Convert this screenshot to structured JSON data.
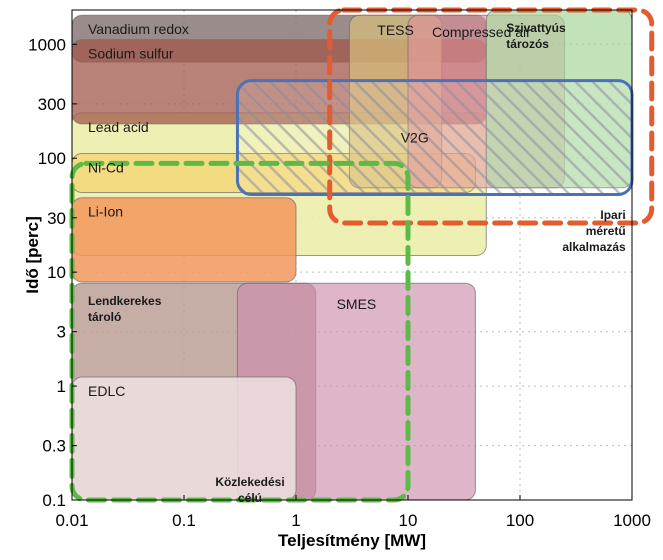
{
  "chart_data": {
    "type": "area",
    "xlabel": "Teljesítmény [MW]",
    "ylabel": "Idő [perc]",
    "x_scale": "log",
    "y_scale": "log",
    "xlim": [
      0.01,
      1000
    ],
    "ylim": [
      0.1,
      2000
    ],
    "x_ticks": [
      {
        "value": 0.01,
        "label": "0.01"
      },
      {
        "value": 0.1,
        "label": "0.1"
      },
      {
        "value": 1,
        "label": "1"
      },
      {
        "value": 10,
        "label": "10"
      },
      {
        "value": 100,
        "label": "100"
      },
      {
        "value": 1000,
        "label": "1000"
      }
    ],
    "y_ticks": [
      {
        "value": 0.1,
        "label": "0.1"
      },
      {
        "value": 0.3,
        "label": "0.3"
      },
      {
        "value": 1,
        "label": "1"
      },
      {
        "value": 3,
        "label": "3"
      },
      {
        "value": 10,
        "label": "10"
      },
      {
        "value": 30,
        "label": "30"
      },
      {
        "value": 100,
        "label": "100"
      },
      {
        "value": 300,
        "label": "300"
      },
      {
        "value": 1000,
        "label": "1000"
      }
    ],
    "grid": "dotted",
    "regions": [
      {
        "name": "Lead acid",
        "x": [
          0.01,
          50
        ],
        "y": [
          14,
          250
        ],
        "color": "#ecedaa",
        "opacity": 0.9,
        "label_bold": false
      },
      {
        "name": "Vanadium redox",
        "x": [
          0.01,
          50
        ],
        "y": [
          700,
          1800
        ],
        "color": "#8a7878",
        "opacity": 0.85,
        "label_bold": false
      },
      {
        "name": "Sodium sulfur",
        "x": [
          0.01,
          50
        ],
        "y": [
          200,
          1100
        ],
        "color": "#a0584b",
        "opacity": 0.75,
        "label_bold": false
      },
      {
        "name": "Ni-Cd",
        "x": [
          0.01,
          40
        ],
        "y": [
          50,
          110
        ],
        "color": "#f2d777",
        "opacity": 0.85,
        "label_bold": false
      },
      {
        "name": "Li-Ion",
        "x": [
          0.01,
          1
        ],
        "y": [
          8.2,
          45
        ],
        "color": "#f2965c",
        "opacity": 0.85,
        "label_bold": false
      },
      {
        "name": "Lendkerekes tároló",
        "x": [
          0.01,
          1.5
        ],
        "y": [
          0.1,
          8
        ],
        "color": "#b89890",
        "opacity": 0.8,
        "label_bold": true
      },
      {
        "name": "SMES",
        "x": [
          0.3,
          40
        ],
        "y": [
          0.1,
          8
        ],
        "color": "#cc8eac",
        "opacity": 0.65,
        "label_bold": false
      },
      {
        "name": "EDLC",
        "x": [
          0.01,
          1
        ],
        "y": [
          0.1,
          1.2
        ],
        "color": "#efe0e2",
        "opacity": 0.85,
        "label_bold": false
      },
      {
        "name": "TESS",
        "x": [
          3,
          20
        ],
        "y": [
          55,
          1800
        ],
        "color": "#d8bf7a",
        "opacity": 0.7,
        "label_bold": false
      },
      {
        "name": "Compressed air",
        "x": [
          10,
          250
        ],
        "y": [
          55,
          1800
        ],
        "color": "#e08e9a",
        "opacity": 0.6,
        "label_bold": false
      },
      {
        "name": "Szivattyús tározós",
        "x": [
          50,
          1200
        ],
        "y": [
          55,
          2000
        ],
        "color": "#a8d69c",
        "opacity": 0.7,
        "label_bold": true
      }
    ],
    "overlays": [
      {
        "name": "V2G",
        "x": [
          0.3,
          1000
        ],
        "y": [
          48,
          480
        ],
        "color": "#4a72b8",
        "style": "hatched"
      },
      {
        "name": "Ipari méretű alkalmazás",
        "x": [
          2,
          1500
        ],
        "y": [
          27,
          2000
        ],
        "color": "#e35c30",
        "style": "dashed"
      },
      {
        "name": "Közlekedési célú",
        "x": [
          0.01,
          10
        ],
        "y": [
          0.1,
          90
        ],
        "color": "#5cba47",
        "style": "dashed"
      }
    ]
  }
}
